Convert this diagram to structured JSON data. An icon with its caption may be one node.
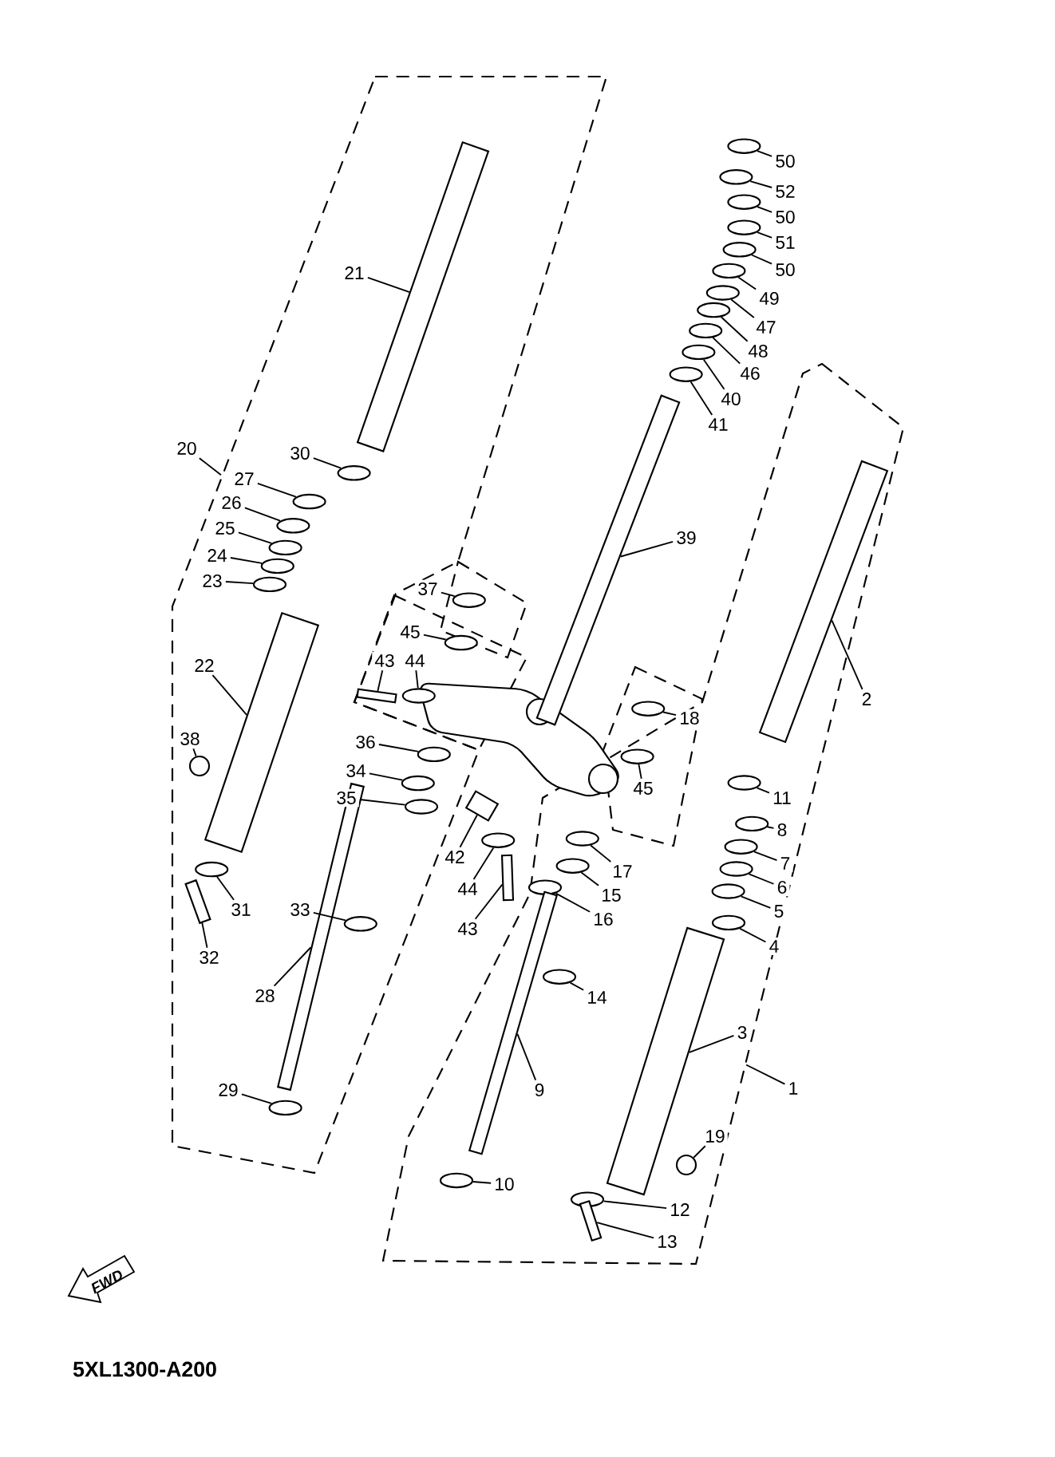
{
  "diagram": {
    "nodes": [
      {
        "text": [],
        "shape": "box"
      },
      {
        "text": [],
        "shape": "box"
      },
      {
        "text": [
          "50"
        ]
      },
      {
        "text": [
          "52"
        ]
      },
      {
        "text": [
          "50"
        ]
      },
      {
        "text": [
          "51"
        ]
      },
      {
        "text": [
          "50"
        ]
      },
      {
        "text": [
          "21"
        ],
        "in": 0
      },
      {
        "text": [
          "49"
        ]
      },
      {
        "text": [
          "47"
        ]
      },
      {
        "text": [
          "48"
        ]
      },
      {
        "text": [
          "46"
        ]
      },
      {
        "text": [
          "40"
        ]
      },
      {
        "text": [
          "41"
        ]
      },
      {
        "text": [
          "20"
        ]
      },
      {
        "text": [
          "30"
        ],
        "in": 0
      },
      {
        "text": [
          "27"
        ],
        "in": 0
      },
      {
        "text": [
          "26"
        ],
        "in": 0
      },
      {
        "text": [
          "25"
        ],
        "in": 0
      },
      {
        "text": [
          "39"
        ]
      },
      {
        "text": [
          "24"
        ],
        "in": 0
      },
      {
        "text": [
          "23"
        ],
        "in": 0
      },
      {
        "text": [
          "37"
        ]
      },
      {
        "text": [
          "45"
        ]
      },
      {
        "text": [
          "43"
        ]
      },
      {
        "text": [
          "44"
        ]
      },
      {
        "text": [
          "22"
        ],
        "in": 0
      },
      {
        "text": [
          "2"
        ],
        "in": 1
      },
      {
        "text": [
          "18"
        ],
        "in": 1
      },
      {
        "text": [
          "38"
        ],
        "in": 0
      },
      {
        "text": [
          "36"
        ],
        "in": 0
      },
      {
        "text": [
          "34"
        ],
        "in": 0
      },
      {
        "text": [
          "45"
        ],
        "in": 1
      },
      {
        "text": [
          "35"
        ],
        "in": 0
      },
      {
        "text": [
          "11"
        ],
        "in": 1
      },
      {
        "text": [
          "8"
        ],
        "in": 1
      },
      {
        "text": [
          "42"
        ]
      },
      {
        "text": [
          "7"
        ],
        "in": 1
      },
      {
        "text": [
          "17"
        ],
        "in": 1
      },
      {
        "text": [
          "6"
        ],
        "in": 1
      },
      {
        "text": [
          "44"
        ]
      },
      {
        "text": [
          "15"
        ],
        "in": 1
      },
      {
        "text": [
          "31"
        ],
        "in": 0
      },
      {
        "text": [
          "33"
        ],
        "in": 0
      },
      {
        "text": [
          "5"
        ],
        "in": 1
      },
      {
        "text": [
          "16"
        ],
        "in": 1
      },
      {
        "text": [
          "43"
        ]
      },
      {
        "text": [
          "4"
        ],
        "in": 1
      },
      {
        "text": [
          "32"
        ],
        "in": 0
      },
      {
        "text": [
          "14"
        ],
        "in": 1
      },
      {
        "text": [
          "28"
        ],
        "in": 0
      },
      {
        "text": [
          "3"
        ],
        "in": 1
      },
      {
        "text": [
          "1"
        ]
      },
      {
        "text": [
          "29"
        ],
        "in": 0
      },
      {
        "text": [
          "9"
        ],
        "in": 1
      },
      {
        "text": [
          "19"
        ],
        "in": 1
      },
      {
        "text": [
          "10"
        ],
        "in": 1
      },
      {
        "text": [
          "12"
        ],
        "in": 1
      },
      {
        "text": [
          "13"
        ],
        "in": 1
      },
      {
        "text": [],
        "shape": "ellipse"
      },
      {
        "text": [],
        "shape": "ellipse"
      },
      {
        "text": [],
        "shape": "ellipse"
      },
      {
        "text": [],
        "shape": "ellipse"
      },
      {
        "text": [],
        "shape": "ellipse"
      },
      {
        "text": [],
        "shape": "cylinder",
        "in": 0
      },
      {
        "text": [],
        "shape": "ellipse"
      },
      {
        "text": [],
        "shape": "ellipse"
      },
      {
        "text": [],
        "shape": "ellipse"
      },
      {
        "text": [],
        "shape": "ellipse"
      },
      {
        "text": [],
        "shape": "ellipse"
      },
      {
        "text": [],
        "shape": "ellipse"
      },
      {
        "text": [],
        "shape": "ellipse",
        "in": 0
      },
      {
        "text": [],
        "shape": "ellipse",
        "in": 0
      },
      {
        "text": [],
        "shape": "ellipse",
        "in": 0
      },
      {
        "text": [],
        "shape": "ellipse",
        "in": 0
      },
      {
        "text": [],
        "shape": "cylinder"
      },
      {
        "text": [],
        "shape": "ellipse",
        "in": 0
      },
      {
        "text": [],
        "shape": "ellipse",
        "in": 0
      },
      {
        "text": [],
        "shape": "ellipse"
      },
      {
        "text": [],
        "shape": "ellipse"
      },
      {
        "text": [],
        "shape": "bar"
      },
      {
        "text": [],
        "shape": "ellipse"
      },
      {
        "text": [],
        "shape": "cylinder",
        "in": 0
      },
      {
        "text": [],
        "shape": "cylinder",
        "in": 1
      },
      {
        "text": [],
        "shape": "ellipse",
        "in": 1
      },
      {
        "text": [],
        "shape": "circle",
        "in": 0
      },
      {
        "text": [],
        "shape": "ellipse",
        "in": 0
      },
      {
        "text": [],
        "shape": "ellipse",
        "in": 0
      },
      {
        "text": [],
        "shape": "ellipse",
        "in": 1
      },
      {
        "text": [],
        "shape": "ellipse",
        "in": 0
      },
      {
        "text": [],
        "shape": "ellipse",
        "in": 1
      },
      {
        "text": [],
        "shape": "ellipse",
        "in": 1
      },
      {
        "text": [],
        "shape": "box"
      },
      {
        "text": [],
        "shape": "ellipse",
        "in": 1
      },
      {
        "text": [],
        "shape": "ellipse",
        "in": 1
      },
      {
        "text": [],
        "shape": "ellipse",
        "in": 1
      },
      {
        "text": [],
        "shape": "ellipse"
      },
      {
        "text": [],
        "shape": "ellipse",
        "in": 1
      },
      {
        "text": [],
        "shape": "ellipse",
        "in": 0
      },
      {
        "text": [],
        "shape": "ellipse",
        "in": 0
      },
      {
        "text": [],
        "shape": "ellipse",
        "in": 1
      },
      {
        "text": [],
        "shape": "ellipse",
        "in": 1
      },
      {
        "text": [],
        "shape": "bar"
      },
      {
        "text": [],
        "shape": "ellipse",
        "in": 1
      },
      {
        "text": [],
        "shape": "bar",
        "in": 0
      },
      {
        "text": [],
        "shape": "ellipse",
        "in": 1
      },
      {
        "text": [],
        "shape": "cylinder",
        "in": 0
      },
      {
        "text": [],
        "shape": "cylinder",
        "in": 1
      },
      {
        "text": [],
        "shape": "ellipse",
        "in": 0
      },
      {
        "text": [],
        "shape": "cylinder",
        "in": 1
      },
      {
        "text": [],
        "shape": "circle",
        "in": 1
      },
      {
        "text": [],
        "shape": "ellipse",
        "in": 1
      },
      {
        "text": [],
        "shape": "ellipse",
        "in": 1
      },
      {
        "text": [],
        "shape": "bar",
        "in": 1
      }
    ],
    "edges": [
      {
        "from": 2,
        "to": 59,
        "arrow": "none"
      },
      {
        "from": 3,
        "to": 60,
        "arrow": "none"
      },
      {
        "from": 4,
        "to": 61,
        "arrow": "none"
      },
      {
        "from": 5,
        "to": 62,
        "arrow": "none"
      },
      {
        "from": 6,
        "to": 63,
        "arrow": "none"
      },
      {
        "from": 7,
        "to": 64,
        "arrow": "none"
      },
      {
        "from": 8,
        "to": 65,
        "arrow": "none"
      },
      {
        "from": 9,
        "to": 66,
        "arrow": "none"
      },
      {
        "from": 10,
        "to": 67,
        "arrow": "none"
      },
      {
        "from": 11,
        "to": 68,
        "arrow": "none"
      },
      {
        "from": 12,
        "to": 69,
        "arrow": "none"
      },
      {
        "from": 13,
        "to": 70,
        "arrow": "none"
      },
      {
        "from": 14,
        "to": 0,
        "arrow": "none"
      },
      {
        "from": 15,
        "to": 71,
        "arrow": "none"
      },
      {
        "from": 16,
        "to": 72,
        "arrow": "none"
      },
      {
        "from": 17,
        "to": 73,
        "arrow": "none"
      },
      {
        "from": 18,
        "to": 74,
        "arrow": "none"
      },
      {
        "from": 19,
        "to": 75,
        "arrow": "none"
      },
      {
        "from": 20,
        "to": 76,
        "arrow": "none"
      },
      {
        "from": 21,
        "to": 77,
        "arrow": "none"
      },
      {
        "from": 22,
        "to": 78,
        "arrow": "none"
      },
      {
        "from": 23,
        "to": 79,
        "arrow": "none"
      },
      {
        "from": 24,
        "to": 80,
        "arrow": "none"
      },
      {
        "from": 25,
        "to": 81,
        "arrow": "none"
      },
      {
        "from": 26,
        "to": 82,
        "arrow": "none"
      },
      {
        "from": 27,
        "to": 83,
        "arrow": "none"
      },
      {
        "from": 28,
        "to": 84,
        "arrow": "none"
      },
      {
        "from": 29,
        "to": 85,
        "arrow": "none"
      },
      {
        "from": 30,
        "to": 86,
        "arrow": "none"
      },
      {
        "from": 31,
        "to": 87,
        "arrow": "none"
      },
      {
        "from": 32,
        "to": 88,
        "arrow": "none"
      },
      {
        "from": 33,
        "to": 89,
        "arrow": "none"
      },
      {
        "from": 34,
        "to": 90,
        "arrow": "none"
      },
      {
        "from": 35,
        "to": 91,
        "arrow": "none"
      },
      {
        "from": 36,
        "to": 92,
        "arrow": "none"
      },
      {
        "from": 37,
        "to": 93,
        "arrow": "none"
      },
      {
        "from": 38,
        "to": 94,
        "arrow": "none"
      },
      {
        "from": 39,
        "to": 95,
        "arrow": "none"
      },
      {
        "from": 40,
        "to": 96,
        "arrow": "none"
      },
      {
        "from": 41,
        "to": 97,
        "arrow": "none"
      },
      {
        "from": 42,
        "to": 98,
        "arrow": "none"
      },
      {
        "from": 43,
        "to": 99,
        "arrow": "none"
      },
      {
        "from": 44,
        "to": 100,
        "arrow": "none"
      },
      {
        "from": 45,
        "to": 101,
        "arrow": "none"
      },
      {
        "from": 46,
        "to": 102,
        "arrow": "none"
      },
      {
        "from": 47,
        "to": 103,
        "arrow": "none"
      },
      {
        "from": 48,
        "to": 104,
        "arrow": "none"
      },
      {
        "from": 49,
        "to": 105,
        "arrow": "none"
      },
      {
        "from": 50,
        "to": 106,
        "arrow": "none"
      },
      {
        "from": 51,
        "to": 107,
        "arrow": "none"
      },
      {
        "from": 52,
        "to": 1,
        "arrow": "none"
      },
      {
        "from": 53,
        "to": 108,
        "arrow": "none"
      },
      {
        "from": 54,
        "to": 109,
        "arrow": "none"
      },
      {
        "from": 55,
        "to": 110,
        "arrow": "none"
      },
      {
        "from": 56,
        "to": 111,
        "arrow": "none"
      },
      {
        "from": 57,
        "to": 112,
        "arrow": "none"
      },
      {
        "from": 58,
        "to": 113,
        "arrow": "none"
      }
    ],
    "labels": [
      "FWD",
      "5XL1300-A200"
    ]
  }
}
